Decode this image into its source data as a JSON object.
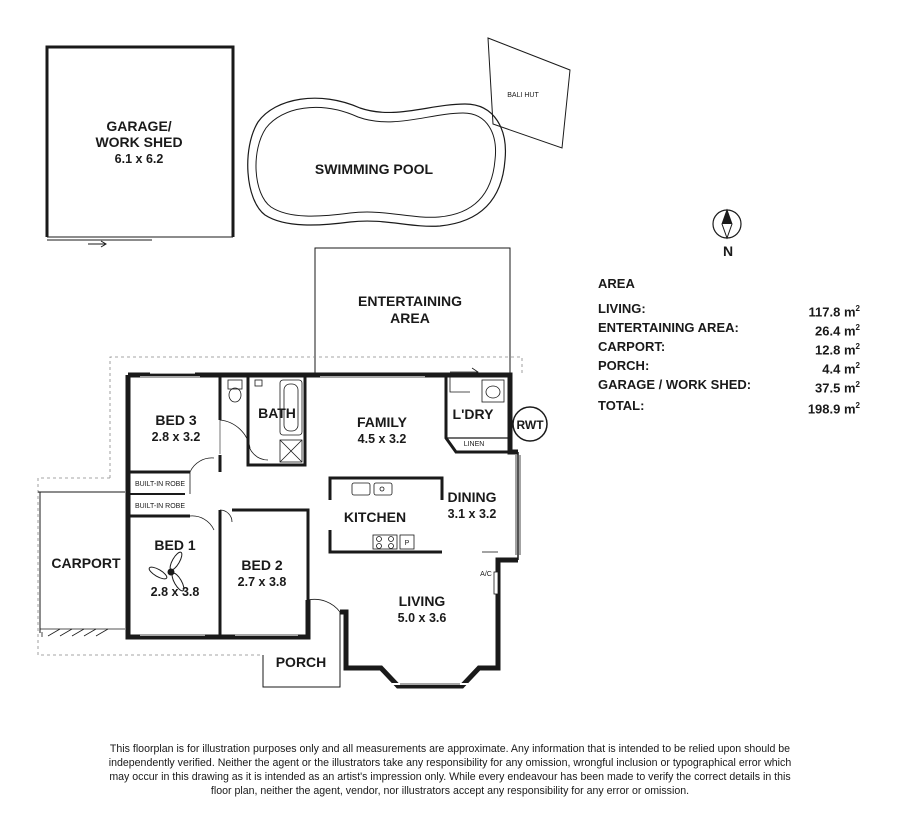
{
  "rooms": {
    "garage": {
      "name_line1": "GARAGE/",
      "name_line2": "WORK SHED",
      "size": "6.1 x 6.2"
    },
    "pool": {
      "name": "SWIMMING POOL"
    },
    "bali_hut": {
      "name": "BALI HUT"
    },
    "entertaining": {
      "name_line1": "ENTERTAINING",
      "name_line2": "AREA"
    },
    "bed3": {
      "name": "BED 3",
      "size": "2.8 x 3.2"
    },
    "bath": {
      "name": "BATH"
    },
    "family": {
      "name": "FAMILY",
      "size": "4.5 x 3.2"
    },
    "laundry": {
      "name": "L'DRY"
    },
    "linen": {
      "name": "LINEN"
    },
    "rwt": {
      "name": "RWT"
    },
    "robe1": {
      "name": "BUILT-IN ROBE"
    },
    "robe2": {
      "name": "BUILT-IN ROBE"
    },
    "dining": {
      "name": "DINING",
      "size": "3.1 x 3.2"
    },
    "kitchen": {
      "name": "KITCHEN"
    },
    "pantry": {
      "name": "P"
    },
    "carport": {
      "name": "CARPORT"
    },
    "bed1": {
      "name": "BED 1",
      "size": "2.8 x 3.8"
    },
    "bed2": {
      "name": "BED 2",
      "size": "2.7 x 3.8"
    },
    "ac": {
      "name": "A/C"
    },
    "living": {
      "name": "LIVING",
      "size": "5.0 x 3.6"
    },
    "porch": {
      "name": "PORCH"
    }
  },
  "compass": {
    "label": "N"
  },
  "area_table": {
    "title": "AREA",
    "unit": "m",
    "unit_exp": "2",
    "rows": [
      {
        "label": "LIVING:",
        "value": "117.8"
      },
      {
        "label": "ENTERTAINING AREA:",
        "value": "26.4"
      },
      {
        "label": "CARPORT:",
        "value": "12.8"
      },
      {
        "label": "PORCH:",
        "value": "4.4"
      },
      {
        "label": "GARAGE / WORK SHED:",
        "value": "37.5"
      }
    ],
    "total": {
      "label": "TOTAL:",
      "value": "198.9"
    }
  },
  "disclaimer": "This floorplan is for illustration purposes only and all measurements are approximate. Any information that is intended to be relied upon should be independently verified. Neither the agent or the illustrators take any responsibility for any omission, wrongful inclusion or typographical error which may occur in this drawing as it is intended as an artist's impression only. While every endeavour has been made to verify the correct details in this floor plan, neither the agent, vendor, nor illustrators accept any responsibility for any error or omission."
}
